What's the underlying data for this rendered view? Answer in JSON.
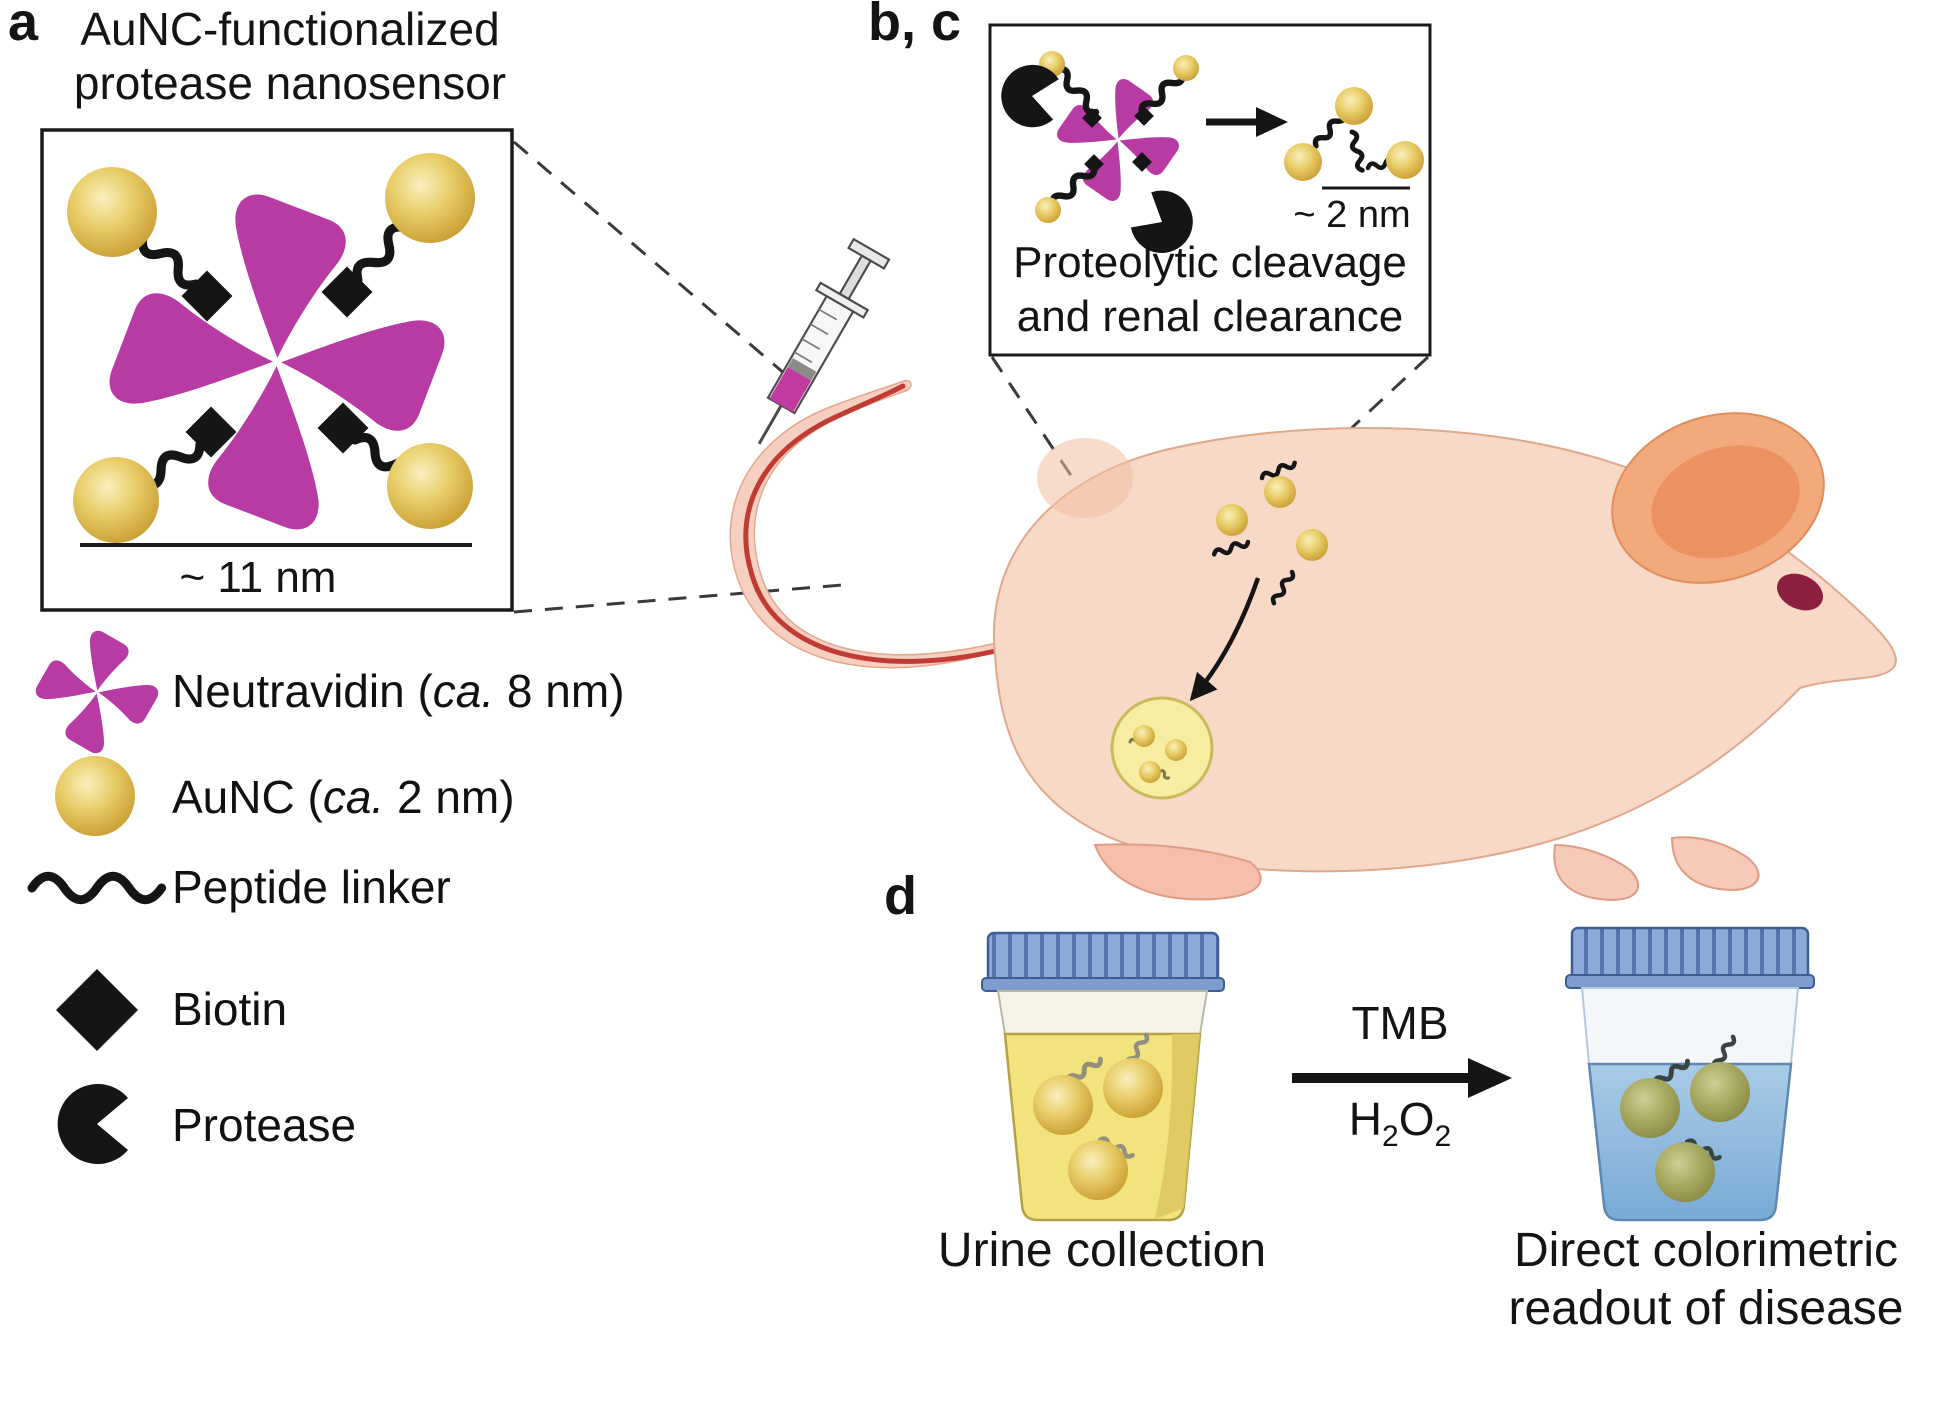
{
  "panel_a": {
    "label": "a",
    "title_line1": "AuNC-functionalized",
    "title_line2": "protease nanosensor",
    "scale_label": "~ 11 nm"
  },
  "panel_bc": {
    "label": "b, c",
    "scale_label": "~ 2 nm",
    "caption_line1": "Proteolytic cleavage",
    "caption_line2": "and renal clearance"
  },
  "panel_d": {
    "label": "d",
    "urine_label": "Urine collection",
    "tmb_label": "TMB",
    "h2o2": {
      "h": "H",
      "s1": "2",
      "o": "O",
      "s2": "2"
    },
    "readout_line1": "Direct colorimetric",
    "readout_line2": "readout of disease"
  },
  "legend": {
    "items": [
      {
        "name": "neutravidin",
        "pre": "Neutravidin (",
        "italic": "ca.",
        "post": " 8 nm)"
      },
      {
        "name": "aunc",
        "pre": "AuNC (",
        "italic": "ca.",
        "post": " 2 nm)"
      },
      {
        "name": "peptide-linker",
        "pre": "Peptide linker",
        "italic": "",
        "post": ""
      },
      {
        "name": "biotin",
        "pre": "Biotin",
        "italic": "",
        "post": ""
      },
      {
        "name": "protease",
        "pre": "Protease",
        "italic": "",
        "post": ""
      }
    ]
  },
  "colors": {
    "neutravidin_magenta": "#B83AA3",
    "aunc_gold": "#D5A42C",
    "ink_black": "#151515",
    "mouse_body": "#F8D8C7",
    "mouse_ear": "#F2A97B",
    "eye_maroon": "#8C1F3E",
    "tail_vein_red": "#C13B35",
    "urine_yellow": "#F3E37C",
    "lid_blue": "#8CA9D9",
    "readout_blue": "#7FAFD9"
  }
}
